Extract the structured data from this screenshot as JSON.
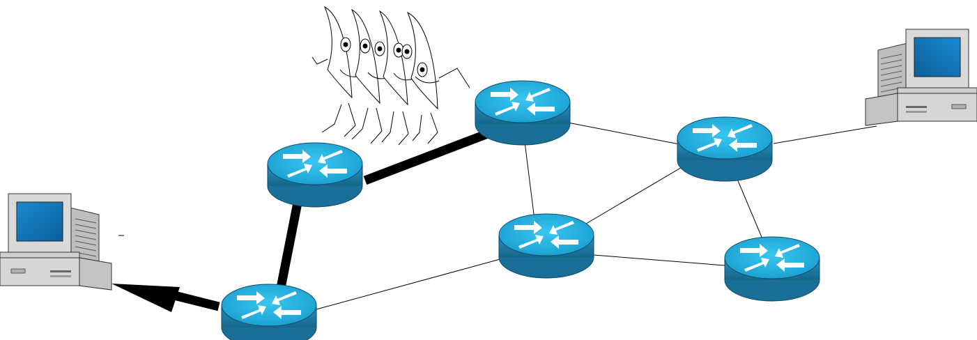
{
  "diagram": {
    "type": "network-topology",
    "colors": {
      "router_top": "#22b4e4",
      "router_side": "#1d7ea8",
      "router_edge": "#0f4f6e",
      "path_highlight": "#000000",
      "link": "#000000",
      "monitor_case": "#d6d6d6",
      "monitor_screen": "#1177bb"
    },
    "nodes": [
      {
        "id": "pc-left",
        "kind": "computer",
        "icon": "desktop-computer-icon"
      },
      {
        "id": "pc-right",
        "kind": "computer",
        "icon": "desktop-computer-icon"
      },
      {
        "id": "router-1",
        "kind": "router",
        "icon": "router-icon"
      },
      {
        "id": "router-2",
        "kind": "router",
        "icon": "router-icon"
      },
      {
        "id": "router-3",
        "kind": "router",
        "icon": "router-icon"
      },
      {
        "id": "router-4",
        "kind": "router",
        "icon": "router-icon"
      },
      {
        "id": "router-5",
        "kind": "router",
        "icon": "router-icon"
      },
      {
        "id": "router-6",
        "kind": "router",
        "icon": "router-icon"
      }
    ],
    "links": [
      {
        "from": "router-1",
        "to": "router-2",
        "style": "highlighted"
      },
      {
        "from": "router-2",
        "to": "router-3",
        "style": "highlighted"
      },
      {
        "from": "router-1",
        "to": "pc-left",
        "style": "highlighted-arrow"
      },
      {
        "from": "router-3",
        "to": "router-4",
        "style": "thin"
      },
      {
        "from": "router-3",
        "to": "router-5",
        "style": "thin"
      },
      {
        "from": "router-5",
        "to": "router-4",
        "style": "thin"
      },
      {
        "from": "router-5",
        "to": "router-6",
        "style": "thin"
      },
      {
        "from": "router-4",
        "to": "router-6",
        "style": "thin"
      },
      {
        "from": "router-4",
        "to": "router-1",
        "style": "thin"
      },
      {
        "from": "router-5",
        "to": "pc-right",
        "style": "thin"
      }
    ],
    "decoration": {
      "icon": "running-packets-icon",
      "count": 4
    }
  }
}
